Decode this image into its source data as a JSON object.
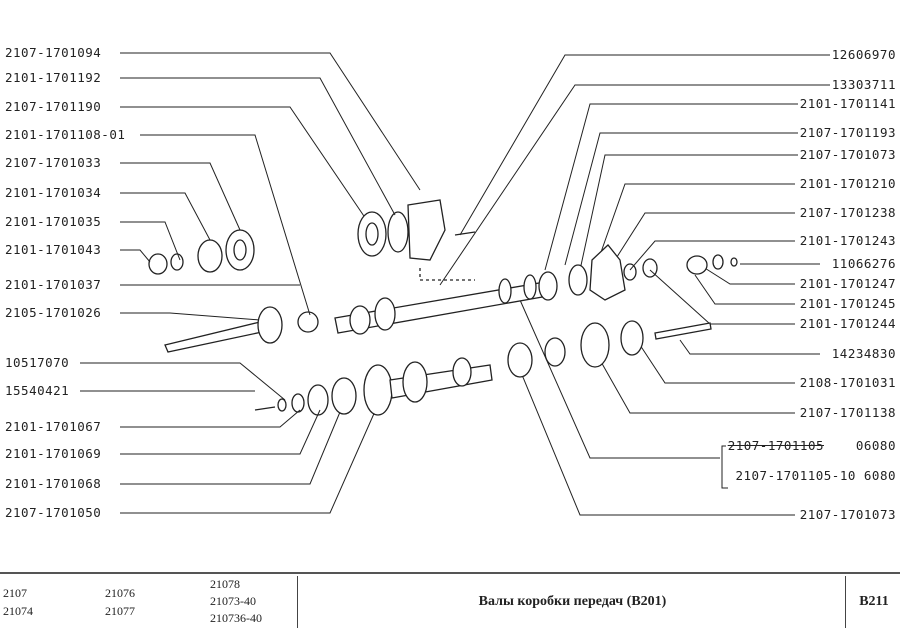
{
  "left_labels": [
    "2107-1701094",
    "2101-1701192",
    "2107-1701190",
    "2101-1701108-01",
    "2107-1701033",
    "2101-1701034",
    "2101-1701035",
    "2101-1701043",
    "2101-1701037",
    "2105-1701026",
    "10517070",
    "15540421",
    "2101-1701067",
    "2101-1701069",
    "2101-1701068",
    "2107-1701050"
  ],
  "right_labels": [
    "12606970",
    "13303711",
    "2101-1701141",
    "2107-1701193",
    "2107-1701073",
    "2101-1701210",
    "2107-1701238",
    "2101-1701243",
    "11066276",
    "2101-1701247",
    "2101-1701245",
    "2101-1701244",
    "14234830",
    "2108-1701031",
    "2107-1701138"
  ],
  "variant_labels": {
    "old": "2107-1701105",
    "old_suffix": "06080",
    "new": "2107-1701105-10 6080"
  },
  "bottom_right_label": "2107-1701073",
  "footer": {
    "models": [
      "2107",
      "21074",
      "21076",
      "21077",
      "21078",
      "21073-40",
      "210736-40"
    ],
    "title": "Валы коробки передач (В201)",
    "code": "B211"
  }
}
